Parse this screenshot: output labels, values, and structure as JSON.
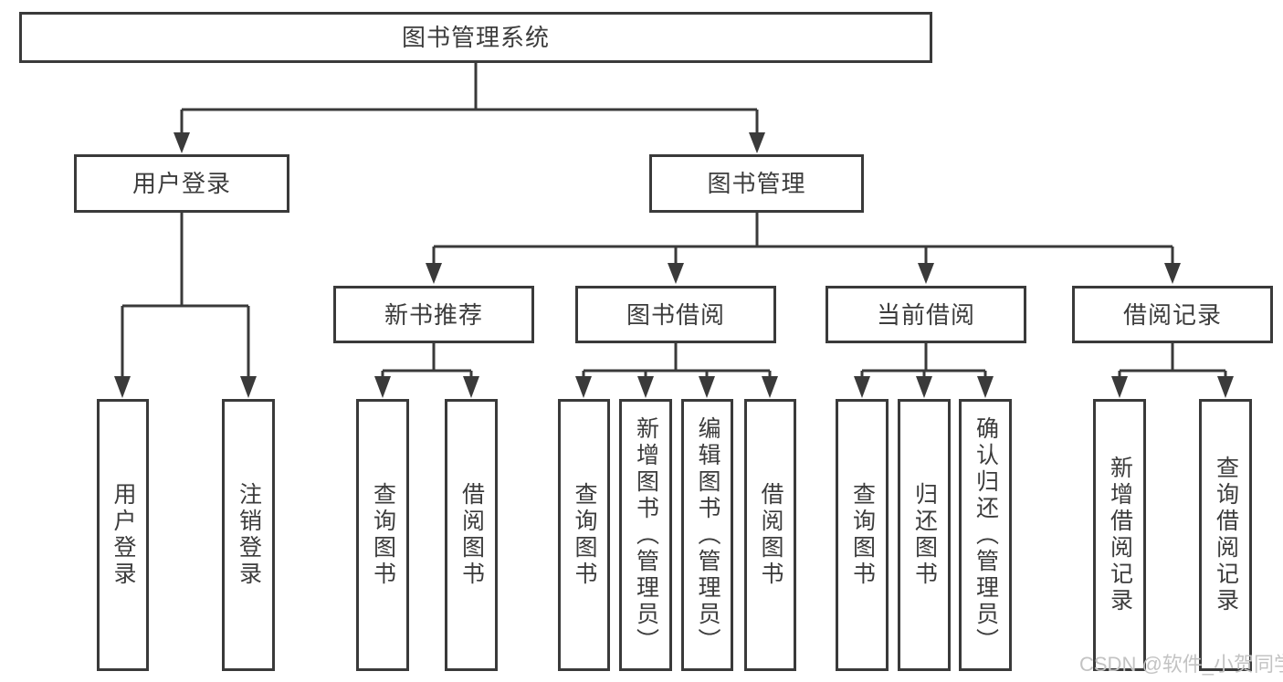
{
  "tree": {
    "root": "图书管理系统",
    "branches": [
      {
        "label": "用户登录",
        "children": [
          {
            "label": "用户登录"
          },
          {
            "label": "注销登录"
          }
        ]
      },
      {
        "label": "图书管理",
        "sections": [
          {
            "label": "新书推荐",
            "children": [
              {
                "label": "查询图书"
              },
              {
                "label": "借阅图书"
              }
            ]
          },
          {
            "label": "图书借阅",
            "children": [
              {
                "label": "查询图书"
              },
              {
                "label": "新增图书（管理员）"
              },
              {
                "label": "编辑图书（管理员）"
              },
              {
                "label": "借阅图书"
              }
            ]
          },
          {
            "label": "当前借阅",
            "children": [
              {
                "label": "查询图书"
              },
              {
                "label": "归还图书"
              },
              {
                "label": "确认归还（管理员）"
              }
            ]
          },
          {
            "label": "借阅记录",
            "children": [
              {
                "label": "新增借阅记录"
              },
              {
                "label": "查询借阅记录"
              }
            ]
          }
        ]
      }
    ]
  },
  "watermark": {
    "text": "CSDN @软件_小贺同学"
  },
  "colors": {
    "line": "#3a3a3a",
    "text": "#3c3c3c",
    "background": "#ffffff",
    "watermark": "#c3c3c3"
  }
}
